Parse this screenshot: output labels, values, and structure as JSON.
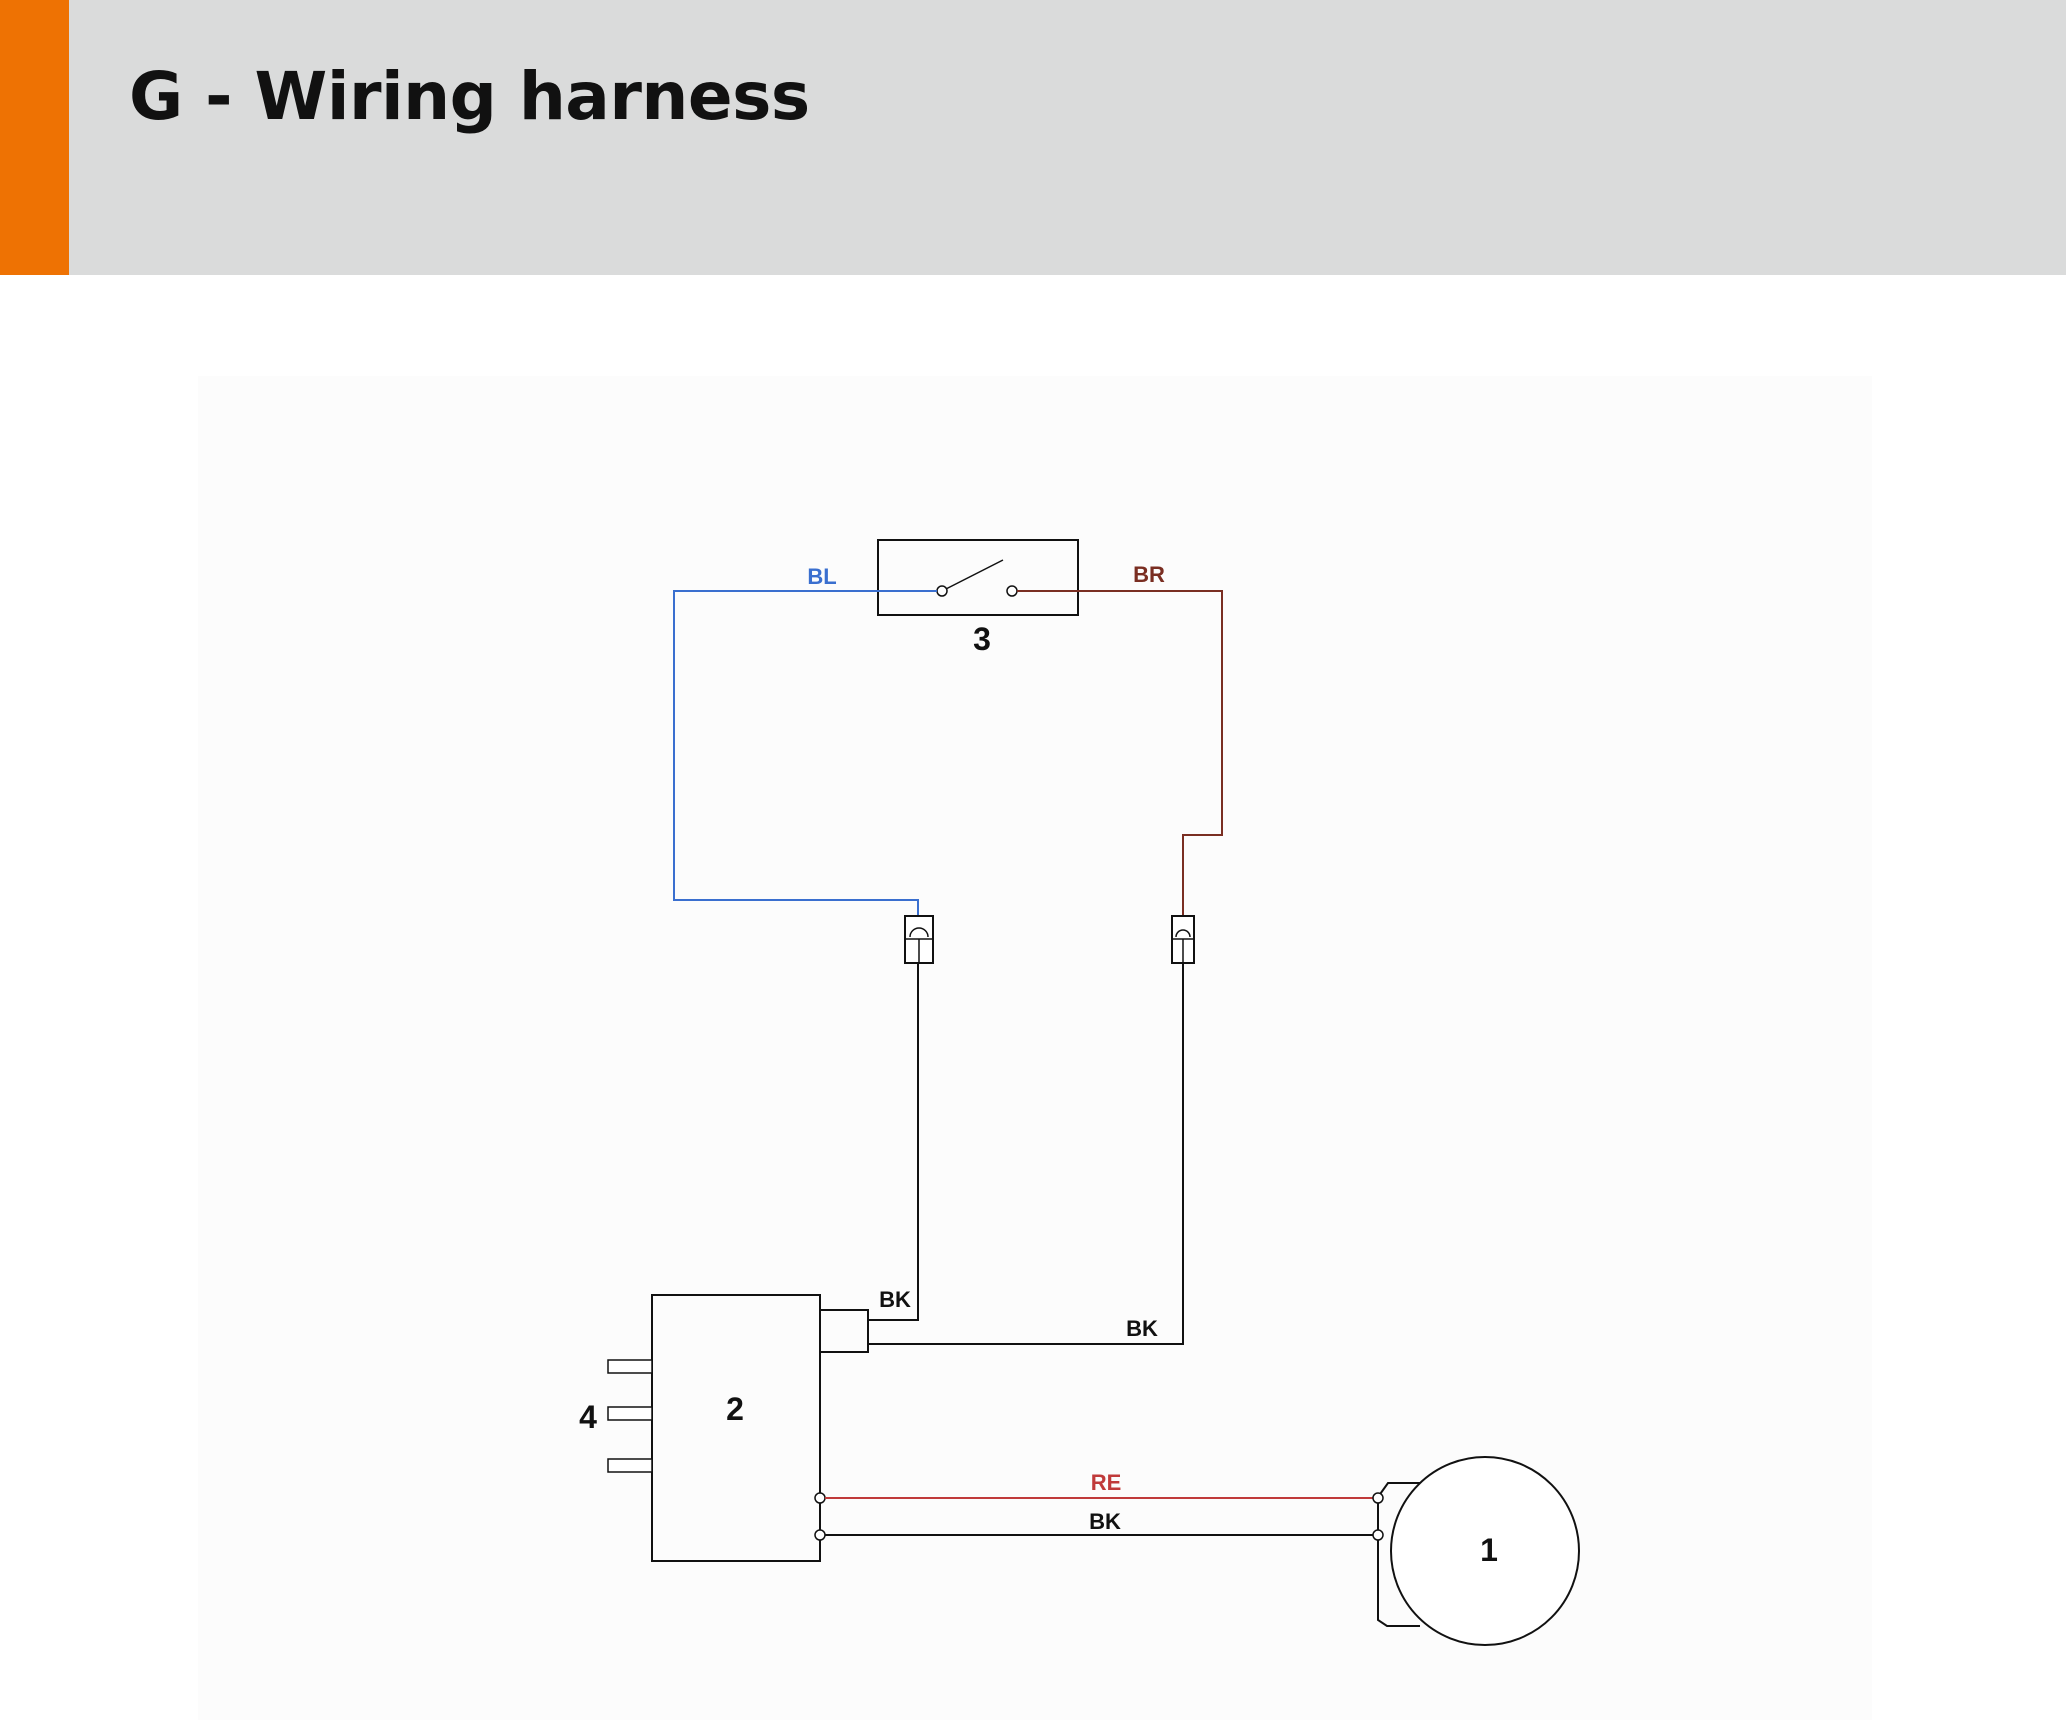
{
  "header": {
    "title": "G - Wiring harness"
  },
  "colors": {
    "accent": "#ee7203",
    "header_bg": "#dadbdb",
    "wire_blue": "#3a6fcf",
    "wire_brown": "#7a2e22",
    "wire_red": "#c03a3a",
    "wire_black": "#111111"
  },
  "diagram": {
    "components": [
      {
        "id": "1",
        "label": "1",
        "shape": "circle"
      },
      {
        "id": "2",
        "label": "2",
        "shape": "box"
      },
      {
        "id": "3",
        "label": "3",
        "shape": "switch"
      },
      {
        "id": "4",
        "label": "4",
        "shape": "pins"
      }
    ],
    "wire_labels": {
      "bl": "BL",
      "br": "BR",
      "bk_left": "BK",
      "bk_right": "BK",
      "re": "RE",
      "bk_bottom": "BK"
    }
  }
}
